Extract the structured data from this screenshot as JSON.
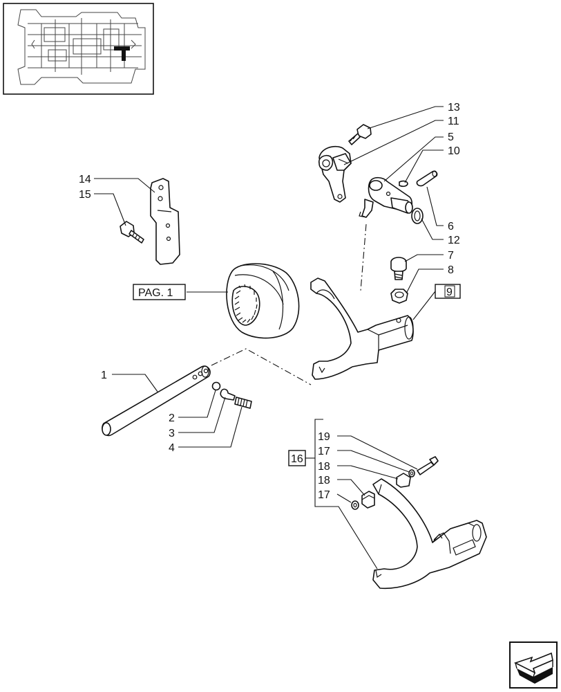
{
  "callouts": {
    "c1": "1",
    "c2": "2",
    "c3": "3",
    "c4": "4",
    "c5": "5",
    "c6": "6",
    "c7": "7",
    "c8": "8",
    "c10": "10",
    "c11": "11",
    "c12": "12",
    "c13": "13",
    "c14": "14",
    "c15": "15",
    "c17a": "17",
    "c17b": "17",
    "c18a": "18",
    "c18b": "18",
    "c19": "19"
  },
  "boxed": {
    "pag": "PAG. 1",
    "kit9": "9",
    "kit16": "16"
  },
  "icons": {
    "thumbnail": "transmission-locator-thumbnail",
    "nav": "next-page-arrow-icon"
  }
}
